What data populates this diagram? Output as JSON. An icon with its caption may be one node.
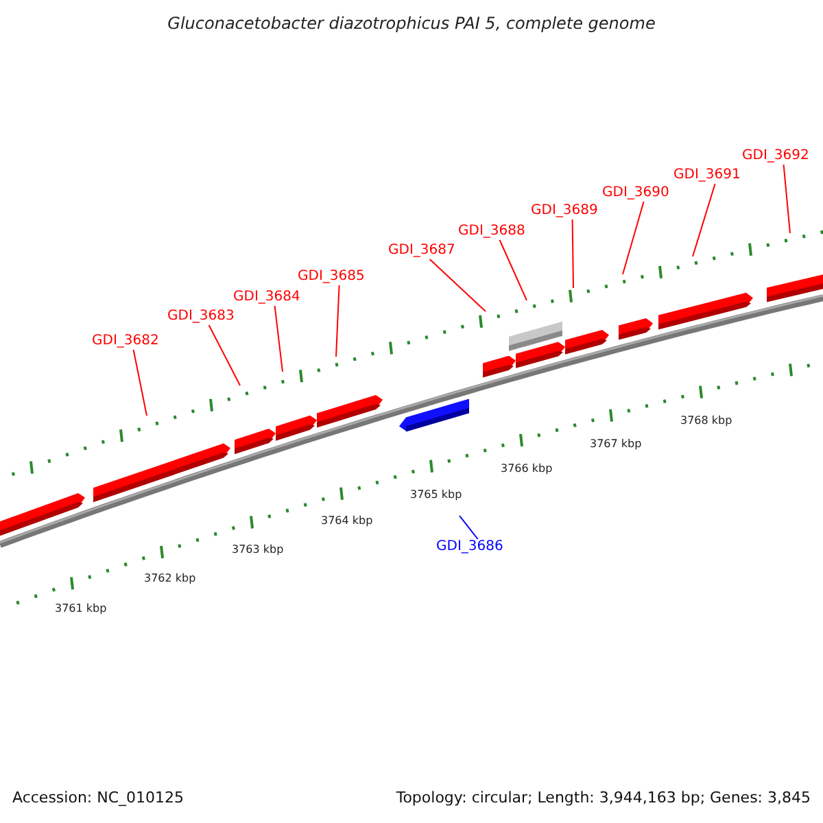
{
  "diagram": {
    "title": "Gluconacetobacter diazotrophicus PAI 5, complete genome",
    "nodes": [
      {
        "text": [
          "GDI_3682"
        ]
      },
      {
        "text": [
          "GDI_3683"
        ]
      },
      {
        "text": [
          "GDI_3684"
        ]
      },
      {
        "text": [
          "GDI_3685"
        ]
      },
      {
        "text": [
          "GDI_3687"
        ]
      },
      {
        "text": [
          "GDI_3688"
        ]
      },
      {
        "text": [
          "GDI_3689"
        ]
      },
      {
        "text": [
          "GDI_3690"
        ]
      },
      {
        "text": [
          "GDI_3691"
        ]
      },
      {
        "text": [
          "GDI_3692"
        ]
      },
      {
        "text": [
          "GDI_3686"
        ]
      }
    ],
    "edges": [
      {
        "from": 0,
        "to": null,
        "arrow": "none"
      },
      {
        "from": 1,
        "to": null,
        "arrow": "none"
      },
      {
        "from": 2,
        "to": null,
        "arrow": "none"
      },
      {
        "from": 3,
        "to": null,
        "arrow": "none"
      },
      {
        "from": 4,
        "to": null,
        "arrow": "none"
      },
      {
        "from": 5,
        "to": null,
        "arrow": "none"
      },
      {
        "from": 6,
        "to": null,
        "arrow": "none"
      },
      {
        "from": 7,
        "to": null,
        "arrow": "none"
      },
      {
        "from": 8,
        "to": null,
        "arrow": "none"
      },
      {
        "from": 9,
        "to": null,
        "arrow": "none"
      },
      {
        "from": 10,
        "to": null,
        "arrow": "none",
        "color": "#0000ff"
      }
    ],
    "labels": [
      "3761 kbp",
      "3762 kbp",
      "3763 kbp",
      "3764 kbp",
      "3765 kbp",
      "3766 kbp",
      "3767 kbp",
      "3768 kbp",
      "Accession: NC_010125",
      "Topology: circular; Length: 3,944,163 bp; Genes: 3,845"
    ]
  }
}
